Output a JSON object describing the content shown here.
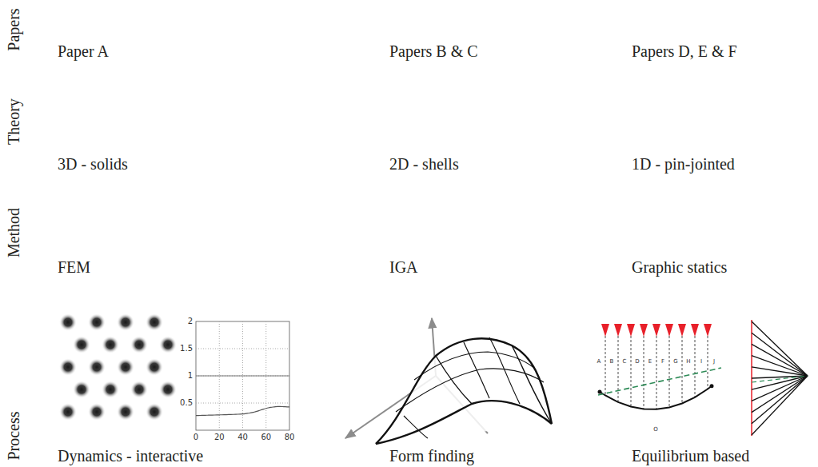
{
  "diagram": {
    "labels": [
      "Papers",
      "Theory",
      "Method",
      "Process",
      "Paper A",
      "Papers B & C",
      "Papers D, E & F",
      "3D - solids",
      "2D - shells",
      "1D - pin-jointed",
      "FEM",
      "IGA",
      "Graphic statics",
      "Dynamics - interactive",
      "Form finding",
      "Equilibrium based",
      "2",
      "1.5",
      "1",
      "0.5",
      "0",
      "20",
      "40",
      "60",
      "80",
      "A",
      "B",
      "C",
      "D",
      "E",
      "F",
      "G",
      "H",
      "I",
      "J",
      "O"
    ]
  }
}
